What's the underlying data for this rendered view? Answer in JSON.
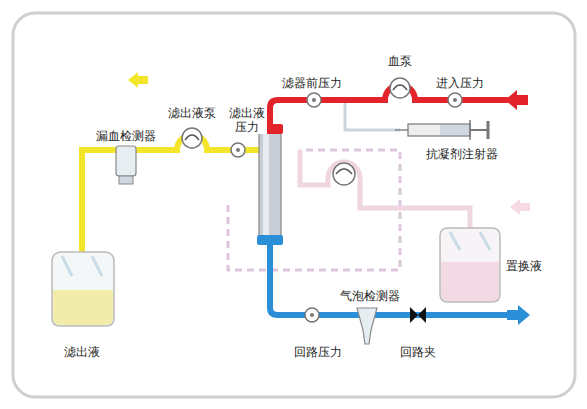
{
  "diagram": {
    "labels": [
      "血泵",
      "滤器前压力",
      "进入压力",
      "滤出液泵",
      "滤出液 压力",
      "漏血检测器",
      "抗凝剂注射器",
      "置换液",
      "气泡检测器",
      "滤出液",
      "回路压力",
      "回路夹"
    ]
  }
}
